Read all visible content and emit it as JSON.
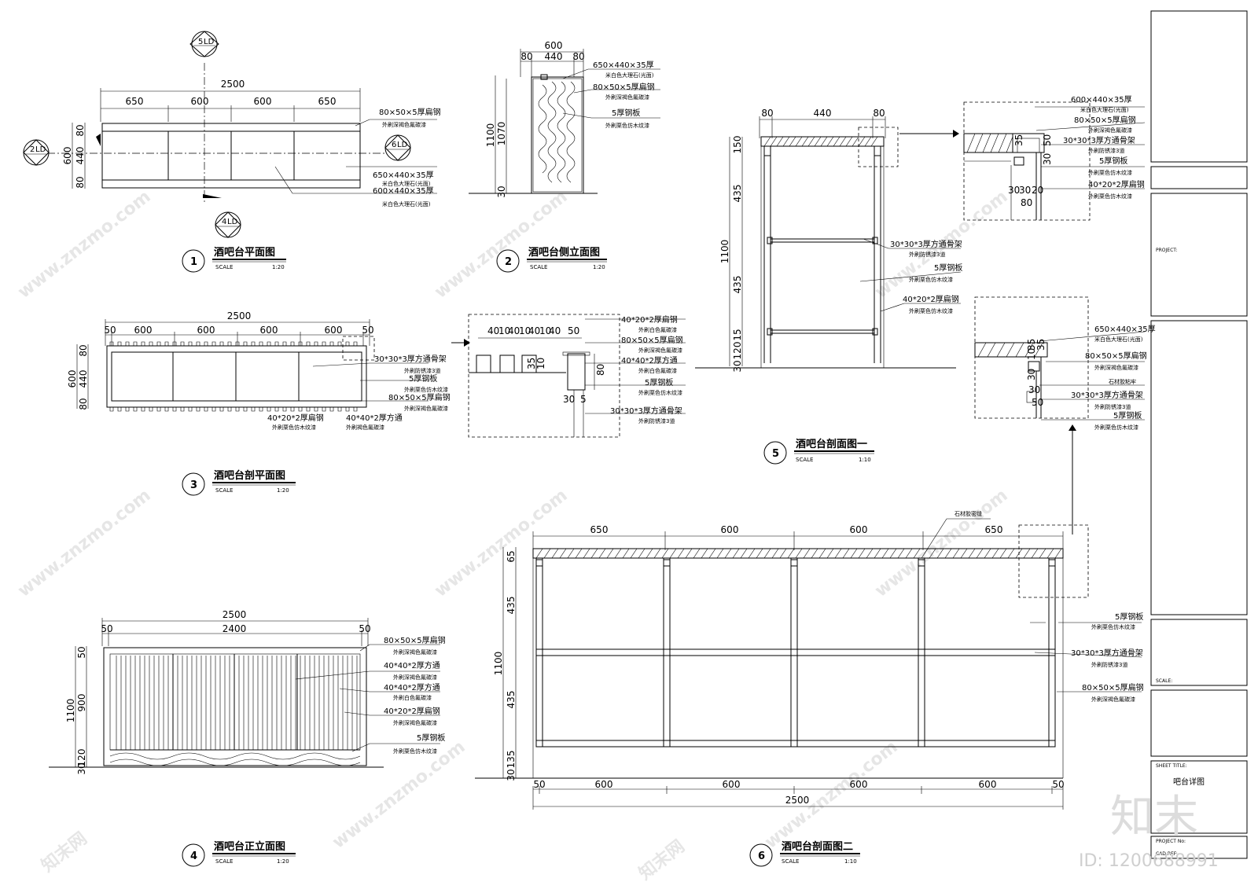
{
  "views": {
    "v1": {
      "number": "1",
      "title": "酒吧台平面图",
      "scale_label": "SCALE",
      "scale": "1:20",
      "dims_top": [
        "2500",
        "650",
        "600",
        "600",
        "650"
      ],
      "dims_left": [
        "600",
        "80",
        "440",
        "80"
      ],
      "notes": [
        [
          "80×50×5厚扁钢",
          "外刷深褐色氟碳漆"
        ],
        [
          "650×440×35厚",
          "米白色大理石(光面)"
        ],
        [
          "600×440×35厚",
          "米白色大理石(光面)"
        ]
      ],
      "sections": [
        {
          "num": "5",
          "ref": "LD"
        },
        {
          "num": "2",
          "ref": "LD"
        },
        {
          "num": "6",
          "ref": "LD"
        },
        {
          "num": "4",
          "ref": "LD"
        }
      ]
    },
    "v2": {
      "number": "2",
      "title": "酒吧台侧立面图",
      "scale_label": "SCALE",
      "scale": "1:20",
      "dims_top": [
        "600",
        "80",
        "440",
        "80"
      ],
      "dims_left": [
        "1100",
        "1070",
        "30"
      ],
      "notes": [
        [
          "650×440×35厚",
          "米白色大理石(光面)"
        ],
        [
          "80×50×5厚扁钢",
          "外刷深褐色氟碳漆"
        ],
        [
          "5厚钢板",
          "外刷栗色仿木纹漆"
        ]
      ]
    },
    "v3": {
      "number": "3",
      "title": "酒吧台剖平面图",
      "scale_label": "SCALE",
      "scale": "1:20",
      "dims_top": [
        "2500",
        "50",
        "600",
        "600",
        "600",
        "600",
        "50"
      ],
      "dims_left": [
        "600",
        "80",
        "440",
        "80"
      ],
      "notes": [
        [
          "30*30*3厚方通骨架",
          "外刷防锈漆3道"
        ],
        [
          "5厚钢板",
          "外刷栗色仿木纹漆"
        ],
        [
          "80×50×5厚扁钢",
          "外刷深褐色氟碳漆"
        ],
        [
          "40*20*2厚扁钢",
          "外刷栗色仿木纹漆"
        ],
        [
          "40*40*2厚方通",
          "外刷褐色氟碳漆"
        ]
      ]
    },
    "v3d": {
      "dims_top": [
        "40",
        "10",
        "40",
        "10",
        "40",
        "10",
        "40",
        "50"
      ],
      "dims_side": [
        "35",
        "10",
        "80",
        "30",
        "5"
      ],
      "notes": [
        [
          "40*20*2厚扁钢",
          "外刷白色氟碳漆"
        ],
        [
          "80×50×5厚扁钢",
          "外刷深褐色氟碳漆"
        ],
        [
          "40*40*2厚方通",
          "外刷白色氟碳漆"
        ],
        [
          "5厚钢板",
          "外刷栗色仿木纹漆"
        ],
        [
          "30*30*3厚方通骨架",
          "外刷防锈漆3道"
        ]
      ]
    },
    "v4": {
      "number": "4",
      "title": "酒吧台正立面图",
      "scale_label": "SCALE",
      "scale": "1:20",
      "dims_top": [
        "2500",
        "50",
        "2400",
        "50"
      ],
      "dims_left": [
        "1100",
        "50",
        "900",
        "120",
        "30"
      ],
      "notes": [
        [
          "80×50×5厚扁钢",
          "外刷深褐色氟碳漆"
        ],
        [
          "40*40*2厚方通",
          "外刷深褐色氟碳漆"
        ],
        [
          "40*40*2厚方通",
          "外刷白色氟碳漆"
        ],
        [
          "40*20*2厚扁钢",
          "外刷深褐色氟碳漆"
        ],
        [
          "5厚钢板",
          "外刷栗色仿木纹漆"
        ]
      ]
    },
    "v5": {
      "number": "5",
      "title": "酒吧台剖面图一",
      "scale_label": "SCALE",
      "scale": "1:10",
      "dims_top": [
        "80",
        "440",
        "80"
      ],
      "dims_left": [
        "1100",
        "150",
        "435",
        "435",
        "15",
        "120",
        "30"
      ],
      "notes": [
        [
          "30*30*3厚方通骨架",
          "外刷防锈漆3道"
        ],
        [
          "5厚钢板",
          "外刷栗色仿木纹漆"
        ],
        [
          "40*20*2厚扁钢",
          "外刷栗色仿木纹漆"
        ]
      ]
    },
    "v5d1": {
      "dims": [
        "35",
        "50",
        "30",
        "30",
        "30",
        "20",
        "80"
      ],
      "notes": [
        [
          "600×440×35厚",
          "米白色大理石(光面)"
        ],
        [
          "80×50×5厚扁钢",
          "外刷深褐色氟碳漆"
        ],
        [
          "30*30*3厚方通骨架",
          "外刷防锈漆3道"
        ],
        [
          "5厚钢板",
          "外刷栗色仿木纹漆"
        ],
        [
          "40*20*2厚扁钢",
          "外刷栗色仿木纹漆"
        ]
      ]
    },
    "v5d2": {
      "dims": [
        "35",
        "10",
        "35",
        "30",
        "30",
        "50"
      ],
      "notes": [
        [
          "650×440×35厚",
          "米白色大理石(光面)"
        ],
        [
          "80×50×5厚扁钢",
          "外刷深褐色氟碳漆"
        ],
        [
          "石材胶粘牢",
          ""
        ],
        [
          "30*30*3厚方通骨架",
          "外刷防锈漆3道"
        ],
        [
          "5厚钢板",
          "外刷栗色仿木纹漆"
        ]
      ]
    },
    "v6": {
      "number": "6",
      "title": "酒吧台剖面图二",
      "scale_label": "SCALE",
      "scale": "1:10",
      "dims_top": [
        "650",
        "600",
        "600",
        "650"
      ],
      "dims_bottom": [
        "50",
        "600",
        "600",
        "600",
        "600",
        "50",
        "2500"
      ],
      "dims_left": [
        "1100",
        "65",
        "435",
        "435",
        "135",
        "30"
      ],
      "joint_note": "石材胶密缝",
      "notes": [
        [
          "5厚钢板",
          "外刷栗色仿木纹漆"
        ],
        [
          "30*30*3厚方通骨架",
          "外刷防锈漆3道"
        ],
        [
          "80×50×5厚扁钢",
          "外刷深褐色氟碳漆"
        ]
      ]
    }
  },
  "titleblock": {
    "project": "PROJECT:",
    "scale": "SCALE:",
    "sheet_title_label": "SHEET TITLE:",
    "sheet_title": "吧台详图",
    "project_no": "PROJECT No:",
    "cad_ref": "CAD REF:"
  },
  "watermark": {
    "site": "www.znzmo.com",
    "brand": "知末网",
    "logo": "知末",
    "id": "ID: 1200688991"
  }
}
